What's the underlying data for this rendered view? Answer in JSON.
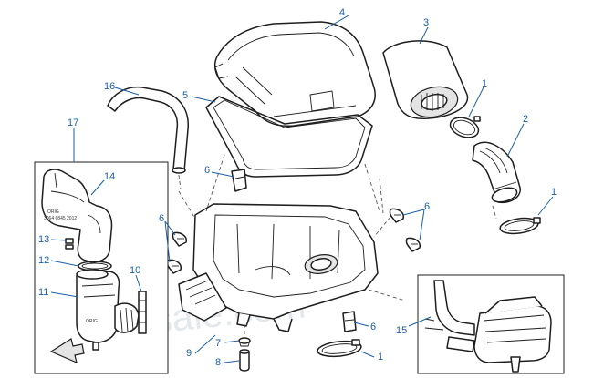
{
  "callouts": [
    {
      "id": "c1a",
      "label": "1"
    },
    {
      "id": "c1b",
      "label": "1"
    },
    {
      "id": "c1c",
      "label": "1"
    },
    {
      "id": "c2",
      "label": "2"
    },
    {
      "id": "c3",
      "label": "3"
    },
    {
      "id": "c4",
      "label": "4"
    },
    {
      "id": "c5",
      "label": "5"
    },
    {
      "id": "c6a",
      "label": "6"
    },
    {
      "id": "c6b",
      "label": "6"
    },
    {
      "id": "c6c",
      "label": "6"
    },
    {
      "id": "c6d",
      "label": "6"
    },
    {
      "id": "c7",
      "label": "7"
    },
    {
      "id": "c8",
      "label": "8"
    },
    {
      "id": "c9",
      "label": "9"
    },
    {
      "id": "c10",
      "label": "10"
    },
    {
      "id": "c11",
      "label": "11"
    },
    {
      "id": "c12",
      "label": "12"
    },
    {
      "id": "c13",
      "label": "13"
    },
    {
      "id": "c14",
      "label": "14"
    },
    {
      "id": "c15",
      "label": "15"
    },
    {
      "id": "c16",
      "label": "16"
    },
    {
      "id": "c17",
      "label": "17"
    }
  ],
  "watermark": "frpsale.com",
  "part_marking": {
    "line1": "ORIG",
    "line2": "3064 6845 2012"
  },
  "colors": {
    "callout": "#1a5fa8",
    "line": "#1e1e1e",
    "watermark": "#cfd6de"
  }
}
